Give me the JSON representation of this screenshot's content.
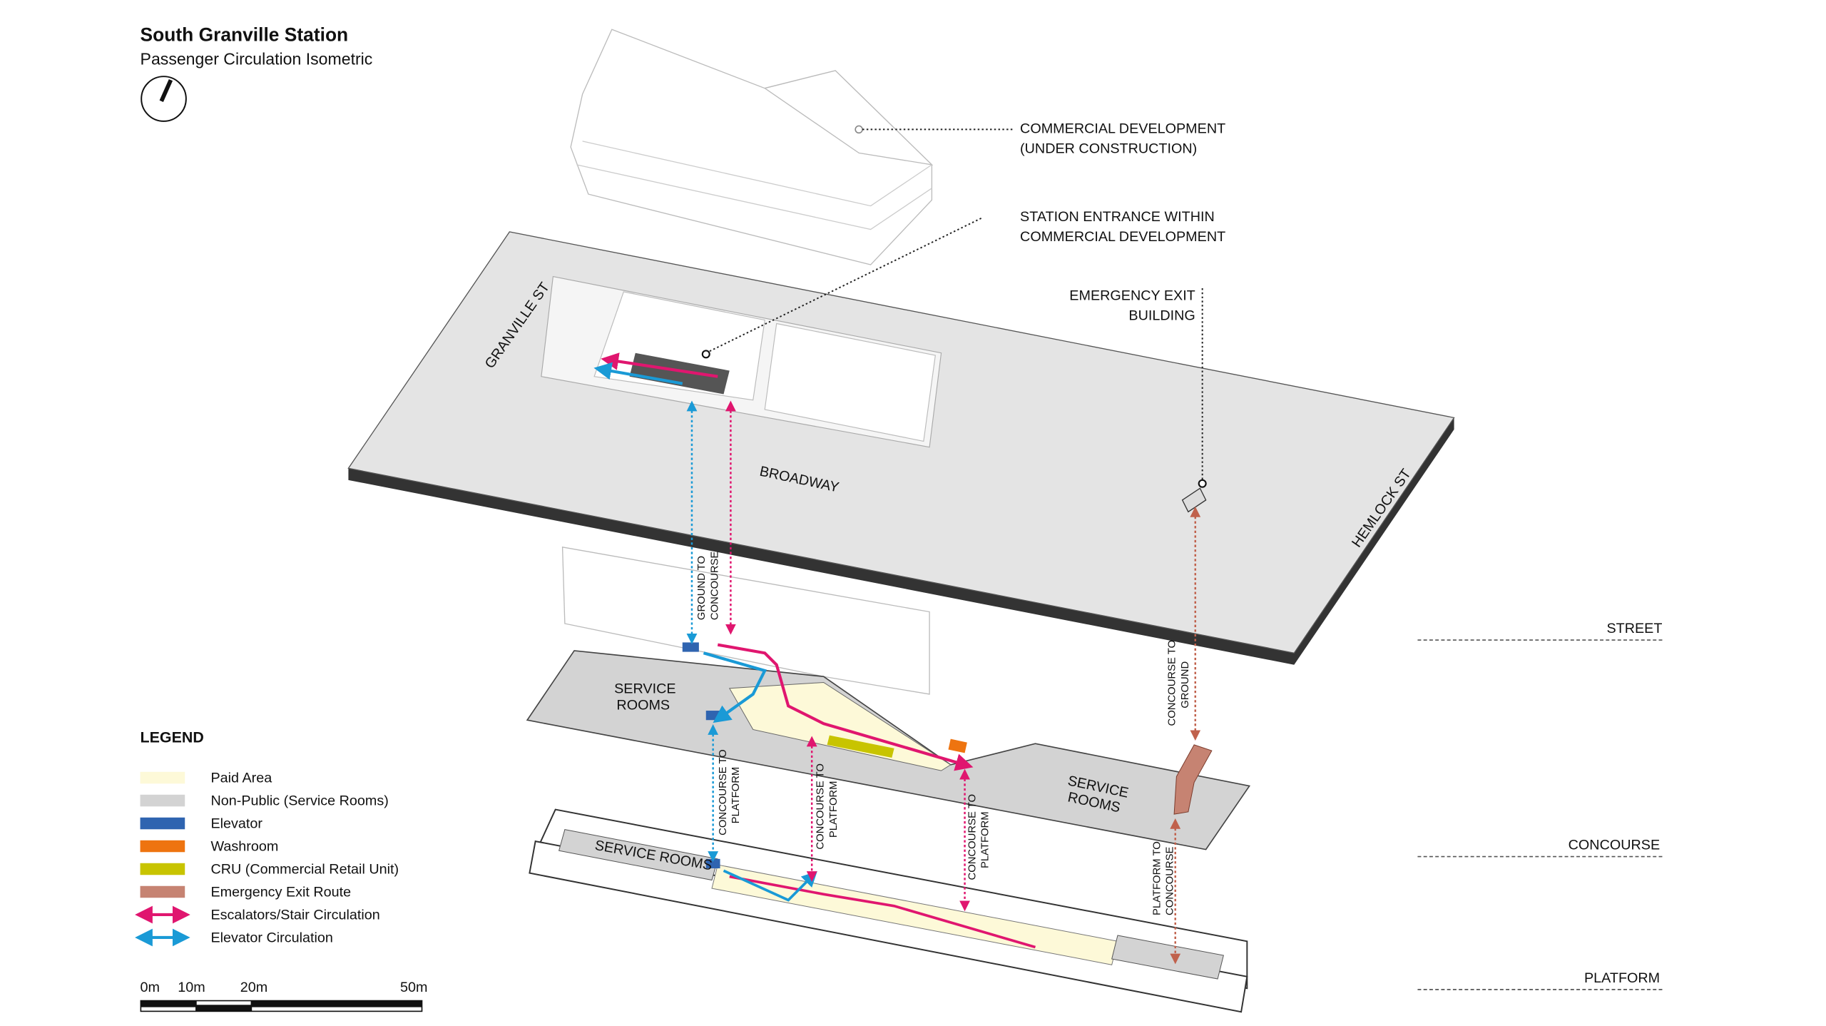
{
  "header": {
    "title": "South Granville Station",
    "subtitle": "Passenger Circulation Isometric"
  },
  "callouts": {
    "commercial": [
      "COMMERCIAL DEVELOPMENT",
      "(UNDER CONSTRUCTION)"
    ],
    "entrance": [
      "STATION ENTRANCE WITHIN",
      "COMMERCIAL DEVELOPMENT"
    ],
    "emergency": [
      "EMERGENCY EXIT",
      "BUILDING"
    ]
  },
  "streets": {
    "granville": "GRANVILLE ST",
    "broadway": "BROADWAY",
    "hemlock": "HEMLOCK ST"
  },
  "rooms": {
    "concourse_left": [
      "SERVICE",
      "ROOMS"
    ],
    "concourse_right": [
      "SERVICE",
      "ROOMS"
    ],
    "platform": "SERVICE ROOMS"
  },
  "connectors": {
    "ground_to_concourse": [
      "GROUND TO",
      "CONCOURSE"
    ],
    "concourse_to_ground": [
      "CONCOURSE TO",
      "GROUND"
    ],
    "concourse_to_platform": [
      "CONCOURSE TO",
      "PLATFORM"
    ],
    "platform_to_concourse": [
      "PLATFORM TO",
      "CONCOURSE"
    ]
  },
  "levels": {
    "street": "STREET",
    "concourse": "CONCOURSE",
    "platform": "PLATFORM"
  },
  "legend": {
    "title": "LEGEND",
    "items": [
      {
        "label": "Paid Area",
        "color": "#fdf9d8",
        "kind": "swatch"
      },
      {
        "label": "Non-Public (Service Rooms)",
        "color": "#d3d3d3",
        "kind": "swatch"
      },
      {
        "label": "Elevator",
        "color": "#2f64b0",
        "kind": "swatch"
      },
      {
        "label": "Washroom",
        "color": "#ee7410",
        "kind": "swatch"
      },
      {
        "label": "CRU (Commercial Retail Unit)",
        "color": "#c8c400",
        "kind": "swatch"
      },
      {
        "label": "Emergency Exit Route",
        "color": "#c68372",
        "kind": "swatch"
      },
      {
        "label": "Escalators/Stair Circulation",
        "color": "#e0166f",
        "kind": "arrow"
      },
      {
        "label": "Elevator Circulation",
        "color": "#1a9ad6",
        "kind": "arrow"
      }
    ]
  },
  "scale_bar": {
    "labels": [
      "0m",
      "10m",
      "20m",
      "50m"
    ]
  }
}
